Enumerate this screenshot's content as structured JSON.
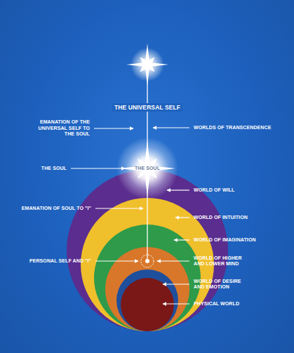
{
  "diagram": {
    "labels": [
      "THE UNIVERSAL SELF",
      "EMANATION OF THE UNIVERSAL SELF TO THE SOUL",
      "WORLDS OF TRANSCENDENCE",
      "THE SOUL",
      "THE SOUL",
      "WORLD OF WILL",
      "EMANATION OF SOUL TO \"I\"",
      "WORLD OF INTUITION",
      "WORLD OF IMAGINATION",
      "PERSONAL SELF AND \"I\"",
      "WORLD OF HIGHER AND LOWER MIND",
      "WORLD OF DESIRE AND EMOTION",
      "PHYSICAL WORLD"
    ]
  }
}
